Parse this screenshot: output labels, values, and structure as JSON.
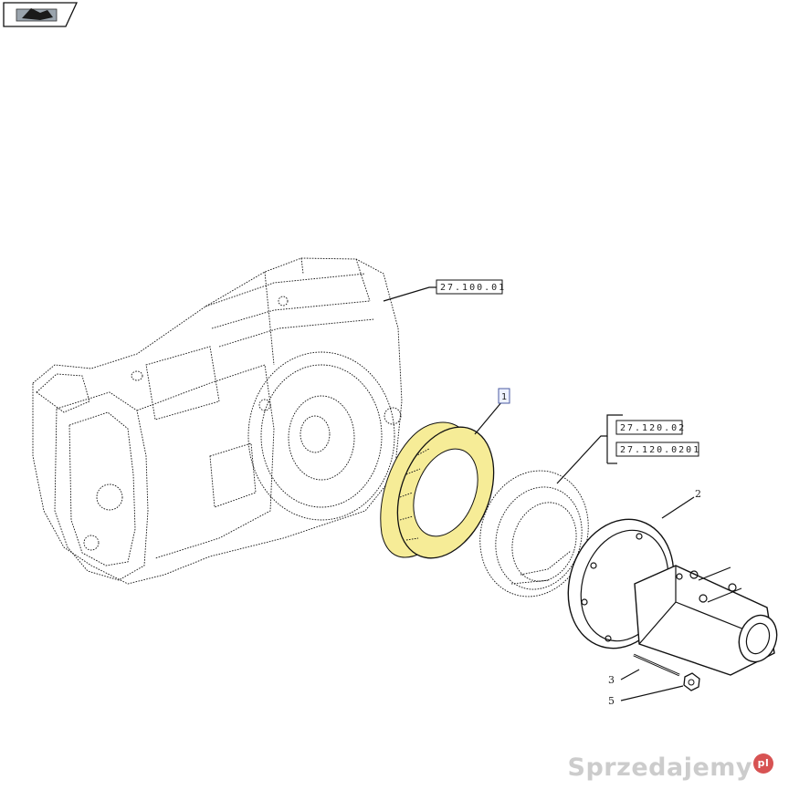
{
  "header": {
    "icon": "exploded-view-icon"
  },
  "callouts": [
    {
      "id": "housing",
      "text": "27.100.01"
    },
    {
      "id": "highlighted-part",
      "text": "1"
    },
    {
      "id": "ring-gear-a",
      "text": "27.120.02"
    },
    {
      "id": "ring-gear-b",
      "text": "27.120.0201"
    }
  ],
  "parts": [
    {
      "id": "final-drive-housing",
      "number": "2"
    },
    {
      "id": "stud",
      "number": "3"
    },
    {
      "id": "nut",
      "number": "5"
    }
  ],
  "colors": {
    "highlight": "#f6ec97",
    "line": "#111111",
    "watermark": "#9a9a9a"
  },
  "watermark": {
    "text": "Sprzedajemy",
    "badge": "pl"
  }
}
